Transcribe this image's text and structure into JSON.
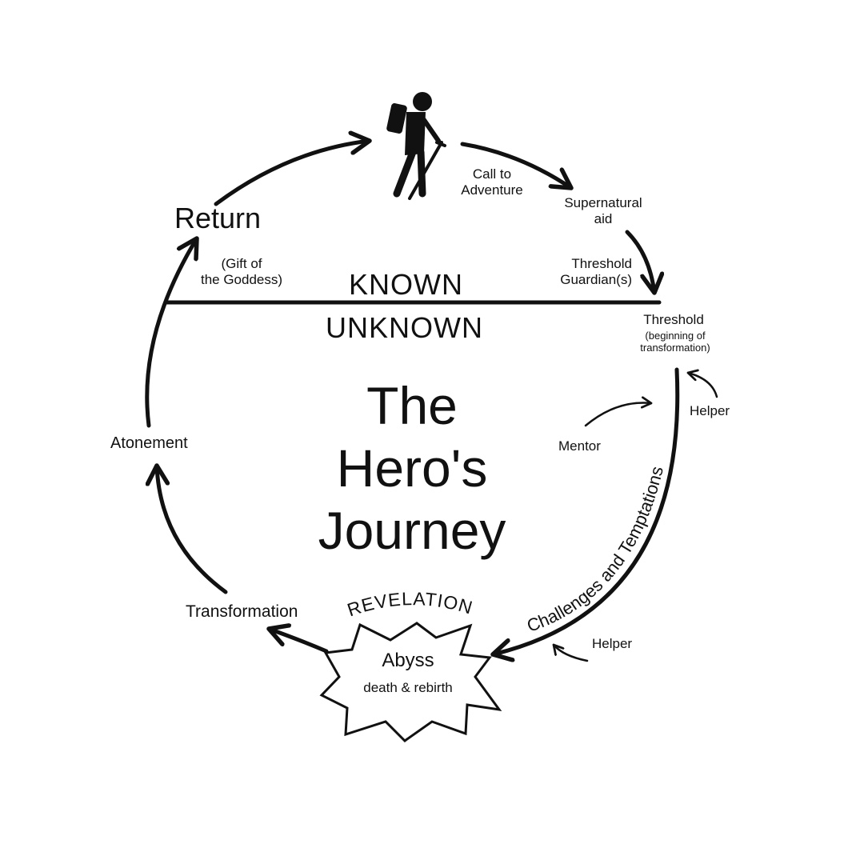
{
  "diagram": {
    "title_lines": [
      "The",
      "Hero's",
      "Journey"
    ],
    "divider": {
      "upper_label": "KNOWN",
      "lower_label": "UNKNOWN"
    },
    "stages": {
      "call_to_adventure": "Call to\nAdventure",
      "supernatural_aid": "Supernatural\naid",
      "threshold_guardians": "Threshold\nGuardian(s)",
      "threshold": "Threshold",
      "threshold_note": "(beginning of\ntransformation)",
      "challenges": "Challenges and Temptations",
      "revelation": "REVELATION",
      "abyss": "Abyss",
      "abyss_note": "death & rebirth",
      "transformation": "Transformation",
      "atonement": "Atonement",
      "return": "Return",
      "return_note": "(Gift of\nthe Goddess)"
    },
    "helpers": {
      "mentor": "Mentor",
      "helper_upper": "Helper",
      "helper_lower": "Helper"
    },
    "icons": {
      "hero": "hiker-icon",
      "abyss": "starburst-icon"
    },
    "colors": {
      "ink": "#111111",
      "background": "#ffffff"
    }
  }
}
